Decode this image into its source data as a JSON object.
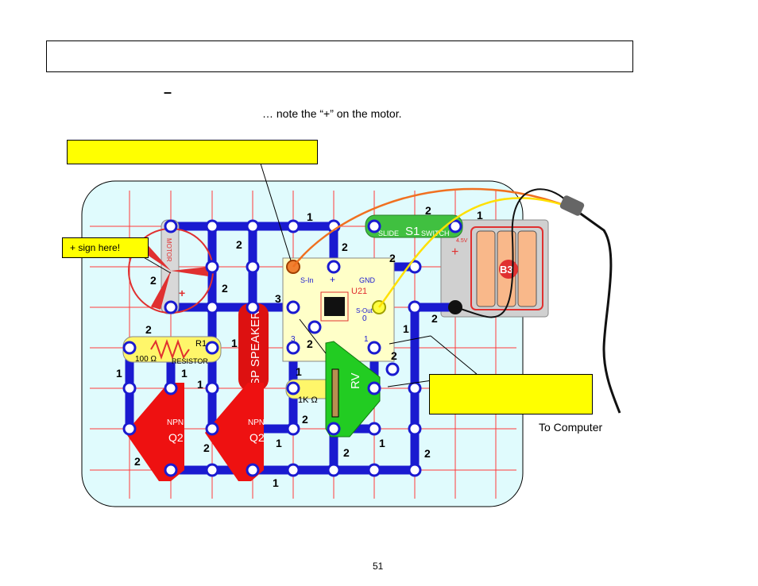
{
  "header": {
    "title": "",
    "dash": "–"
  },
  "note": "… note the “+” on the motor.",
  "callouts": {
    "top": "",
    "right": ""
  },
  "plus_sign_label": "+ sign here!",
  "to_computer": "To Computer",
  "page_number": "51",
  "components": {
    "motor": "MOTOR",
    "slide_switch": "SLIDE",
    "slide_switch_s1": "S1",
    "slide_switch_label": "SWITCH",
    "battery": "B3",
    "resistor_r1": "R1",
    "resistor_value": "100 Ω",
    "resistor_label": "RESISTOR",
    "speaker": "SP SPEAKER",
    "ic_name": "U21",
    "ic_s_in": "S-In",
    "ic_gnd": "GND",
    "ic_s_out": "S-Out",
    "ic_plus": "+",
    "ic_zero": "0",
    "ic_pin3": "3",
    "ic_pin1": "1",
    "rv": "RV",
    "kohm": "1K Ω",
    "npn": "NPN",
    "q2": "Q2",
    "voltage": "4.5V"
  },
  "level_numbers": [
    "1",
    "2",
    "1",
    "2",
    "2",
    "2",
    "2",
    "2",
    "3",
    "2",
    "2",
    "2",
    "1",
    "1",
    "2",
    "1",
    "1",
    "1",
    "1",
    "2",
    "1",
    "2",
    "2",
    "1",
    "2",
    "2",
    "1"
  ]
}
